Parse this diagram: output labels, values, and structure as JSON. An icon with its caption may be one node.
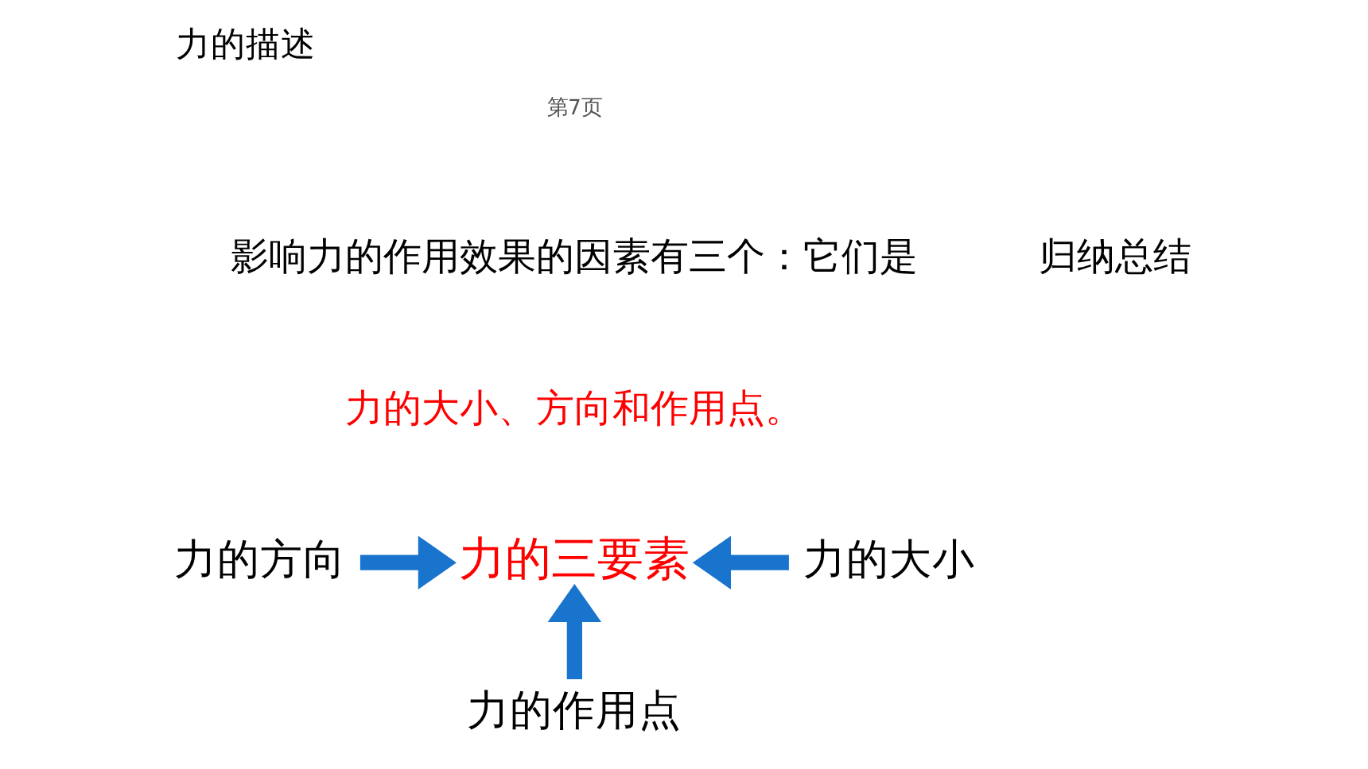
{
  "diagram": {
    "title": "力的描述",
    "nodes": [
      {
        "text": [
          "力的方向"
        ]
      },
      {
        "text": [
          "力的三要素"
        ]
      },
      {
        "text": [
          "力的大小"
        ]
      },
      {
        "text": [
          "力的作用点"
        ]
      }
    ],
    "edges": [
      {
        "from": 0,
        "to": 1,
        "arrow": "to"
      },
      {
        "from": 2,
        "to": 1,
        "arrow": "to"
      },
      {
        "from": 3,
        "to": 1,
        "arrow": "to"
      }
    ],
    "labels": [
      "第7页",
      "归纳总结",
      "影响力的作用效果的因素有三个：它们是",
      "力的大小、方向和作用点。"
    ]
  }
}
